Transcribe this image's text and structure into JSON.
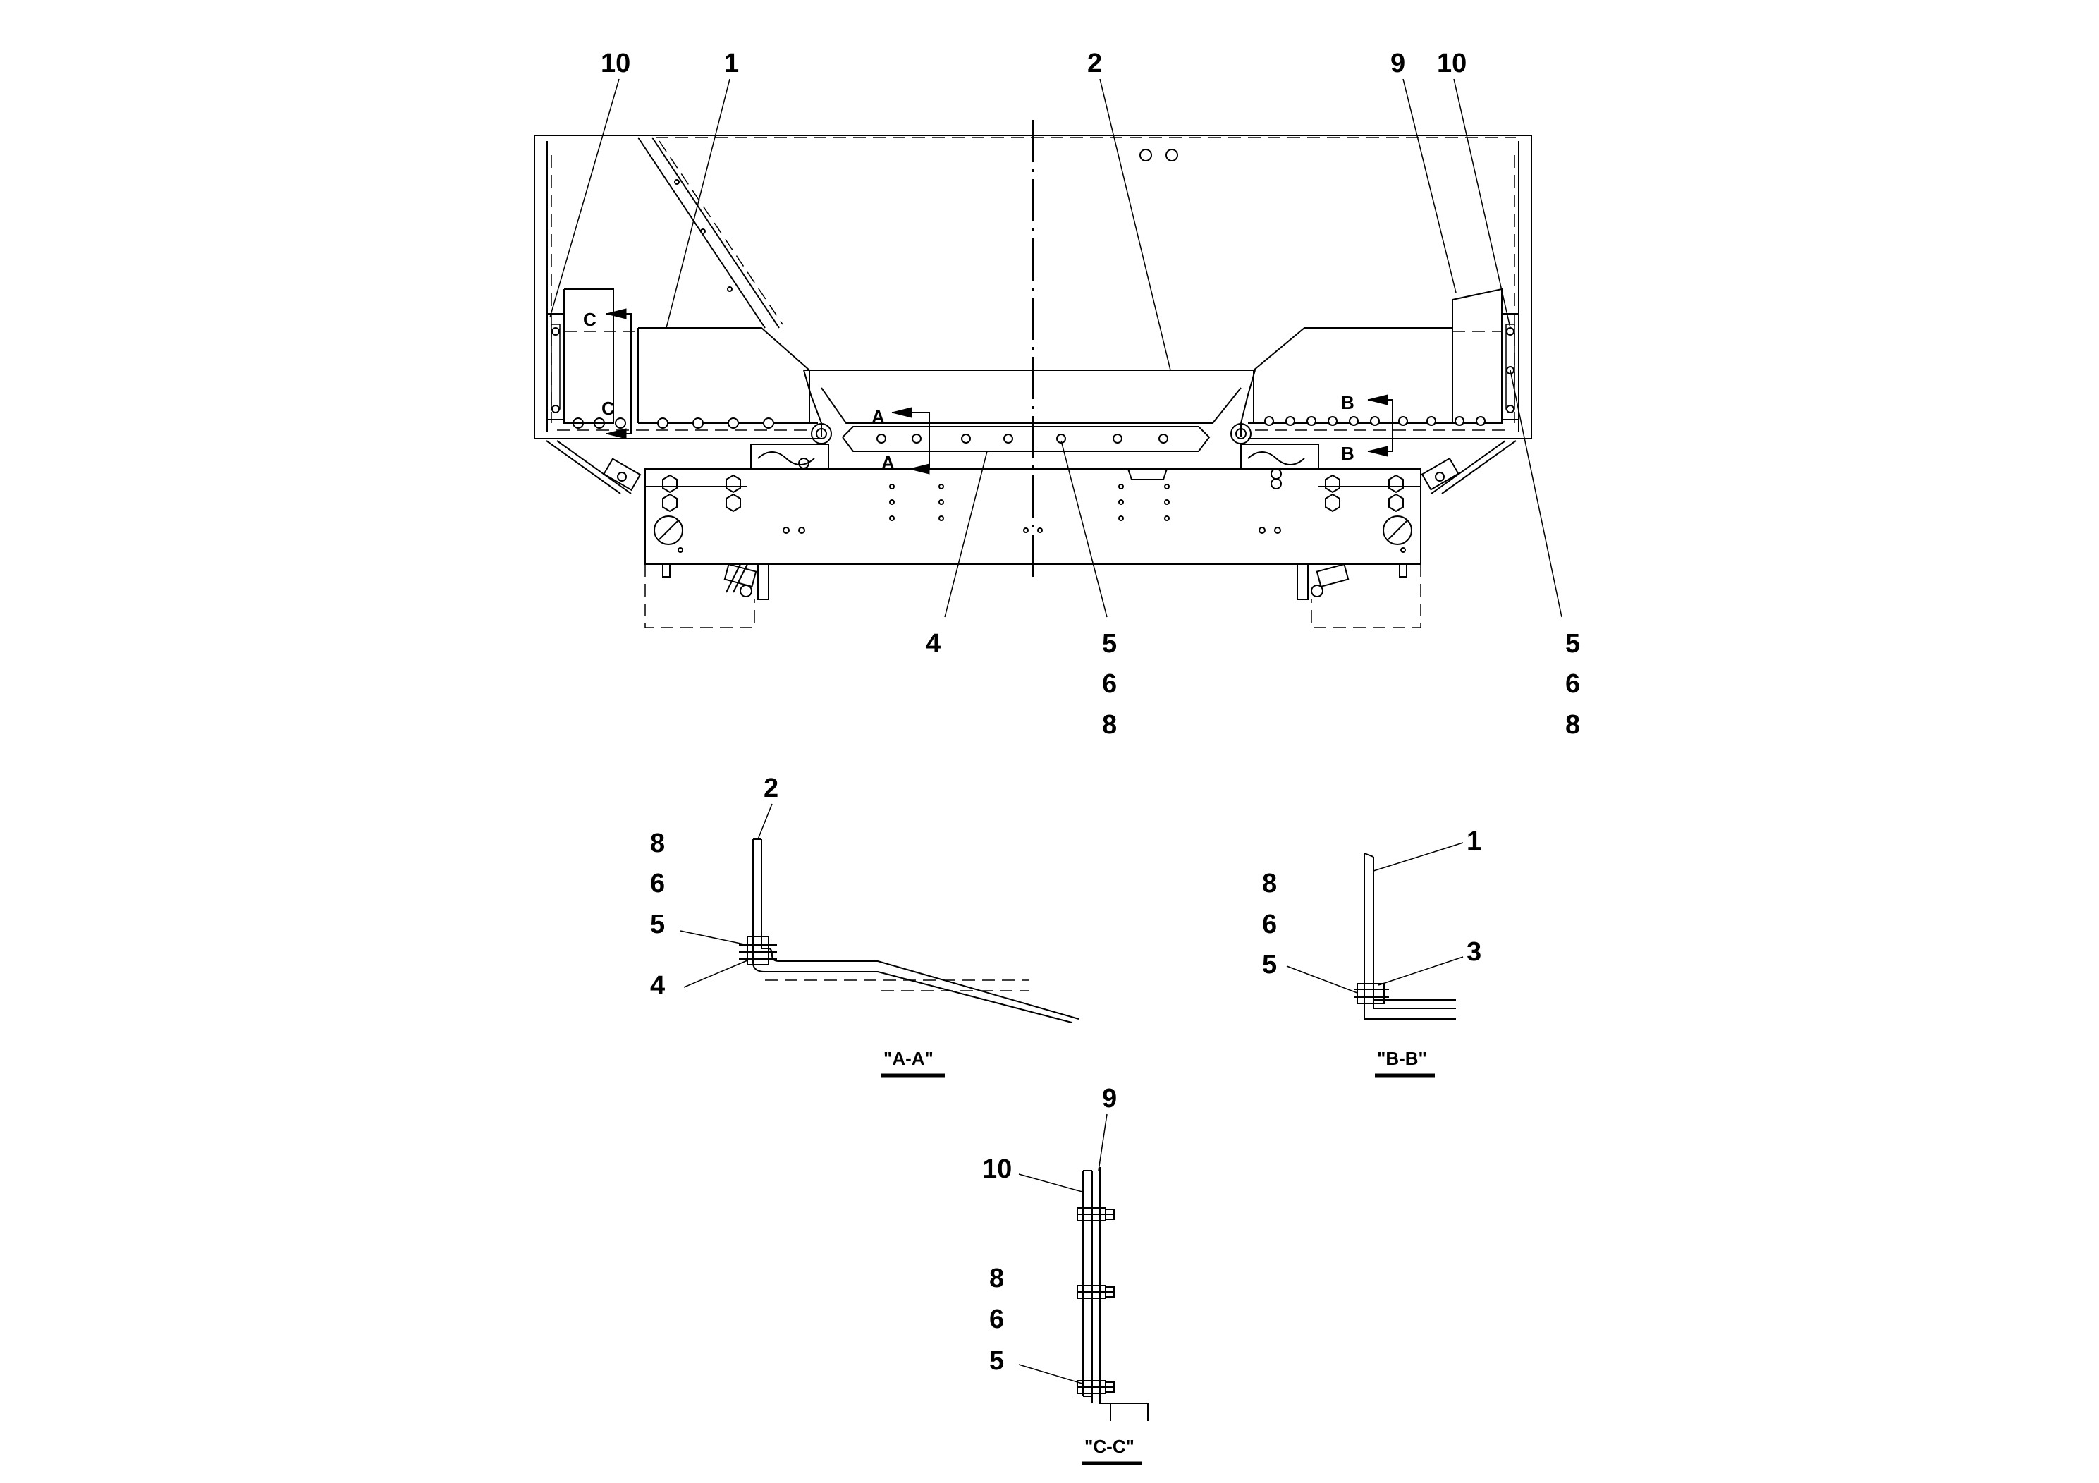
{
  "callouts": {
    "main_10_left": "10",
    "main_1": "1",
    "main_2": "2",
    "main_9": "9",
    "main_10_right": "10",
    "main_4": "4",
    "main_5_mid": "5",
    "main_6_mid": "6",
    "main_8_mid": "8",
    "main_5_right": "5",
    "main_6_right": "6",
    "main_8_right": "8",
    "aa_2": "2",
    "aa_8": "8",
    "aa_6": "6",
    "aa_5": "5",
    "aa_4": "4",
    "bb_1": "1",
    "bb_8": "8",
    "bb_6": "6",
    "bb_5": "5",
    "bb_3": "3",
    "cc_9": "9",
    "cc_10": "10",
    "cc_8": "8",
    "cc_6": "6",
    "cc_5": "5"
  },
  "section_markers": {
    "c_top": "C",
    "c_bottom": "C",
    "a_top": "A",
    "a_bottom": "A",
    "b_top": "B",
    "b_bottom": "B"
  },
  "section_titles": {
    "aa": "\"A-A\"",
    "bb": "\"B-B\"",
    "cc": "\"C-C\""
  }
}
